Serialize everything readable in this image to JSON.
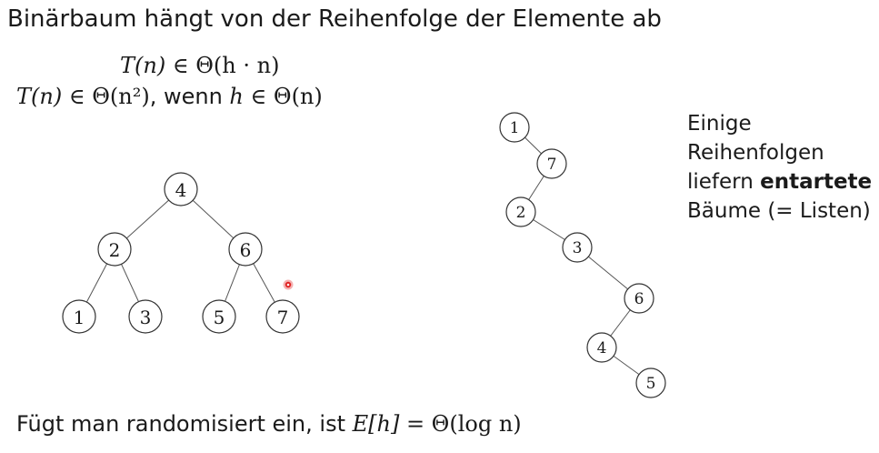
{
  "title": "Binärbaum hängt von der Reihenfolge der Elemente ab",
  "formula1": {
    "lhs": "T(n)",
    "op": " ∈ ",
    "rhs": "Θ(h · n)"
  },
  "formula2": {
    "lhs": "T(n)",
    "op": " ∈ ",
    "rhs": "Θ(n²)",
    "word": ", wenn ",
    "cond_var": "h",
    "cond_op": " ∈ ",
    "cond_rhs": "Θ(n)"
  },
  "side_note": {
    "line1": "Einige",
    "line2": "Reihenfolgen",
    "line3_prefix": "liefern ",
    "line3_bold": "entartete",
    "line4": "Bäume (= Listen)"
  },
  "bottom": {
    "text": "Fügt man randomisiert ein, ist ",
    "expr_var": "E[h]",
    "expr_rest": " = Θ(log n)"
  },
  "balanced_tree": {
    "nodes": [
      "4",
      "2",
      "6",
      "1",
      "3",
      "5",
      "7"
    ]
  },
  "degenerate_tree": {
    "nodes": [
      "1",
      "7",
      "2",
      "3",
      "6",
      "4",
      "5"
    ]
  },
  "colors": {
    "pointer": "#e02020"
  }
}
